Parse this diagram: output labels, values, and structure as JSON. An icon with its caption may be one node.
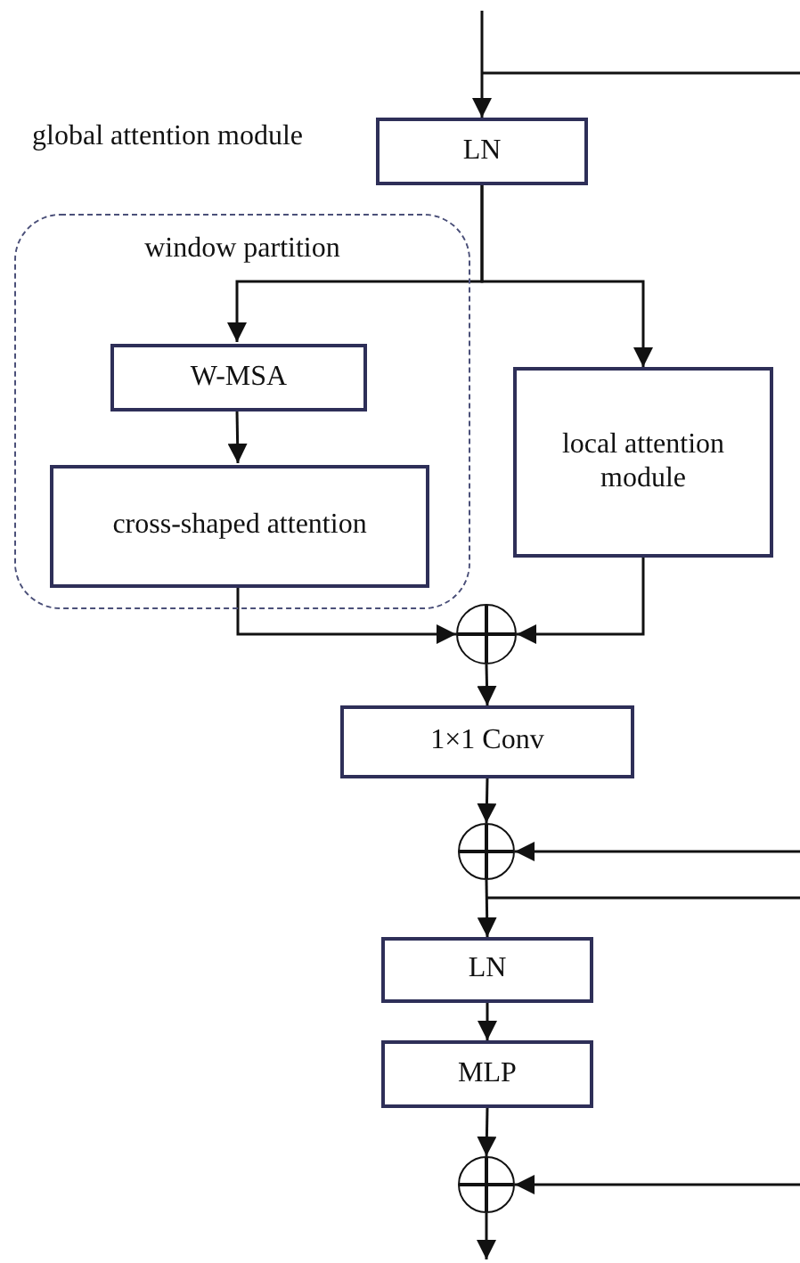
{
  "diagram": {
    "nodes": [
      {
        "text": [
          "LN"
        ]
      },
      {
        "text": [
          "window partition"
        ]
      },
      {
        "text": [
          "W-MSA"
        ],
        "in": 1
      },
      {
        "text": [
          "cross-shaped attention"
        ],
        "in": 1
      },
      {
        "text": [
          "local attention module"
        ]
      },
      {
        "text": [],
        "shape": "circle"
      },
      {
        "text": [
          "1×1 Conv"
        ]
      },
      {
        "text": [],
        "shape": "circle"
      },
      {
        "text": [
          "LN"
        ]
      },
      {
        "text": [
          "MLP"
        ]
      },
      {
        "text": [],
        "shape": "circle"
      }
    ],
    "edges": [
      {
        "from": null,
        "to": 0,
        "arrow": "to"
      },
      {
        "from": 0,
        "to": 2,
        "arrow": "to"
      },
      {
        "from": 0,
        "to": 4,
        "arrow": "to"
      },
      {
        "from": 2,
        "to": 3,
        "arrow": "to"
      },
      {
        "from": 3,
        "to": 5,
        "arrow": "to"
      },
      {
        "from": 4,
        "to": 5,
        "arrow": "to"
      },
      {
        "from": 5,
        "to": 6,
        "arrow": "to"
      },
      {
        "from": 6,
        "to": 7,
        "arrow": "to"
      },
      {
        "from": null,
        "to": 7,
        "arrow": "to"
      },
      {
        "from": 7,
        "to": 8,
        "arrow": "to"
      },
      {
        "from": 8,
        "to": 9,
        "arrow": "to"
      },
      {
        "from": 9,
        "to": 10,
        "arrow": "to"
      },
      {
        "from": null,
        "to": 10,
        "arrow": "to"
      },
      {
        "from": 10,
        "to": null,
        "arrow": "to"
      }
    ],
    "labels": [
      "global attention module"
    ]
  }
}
